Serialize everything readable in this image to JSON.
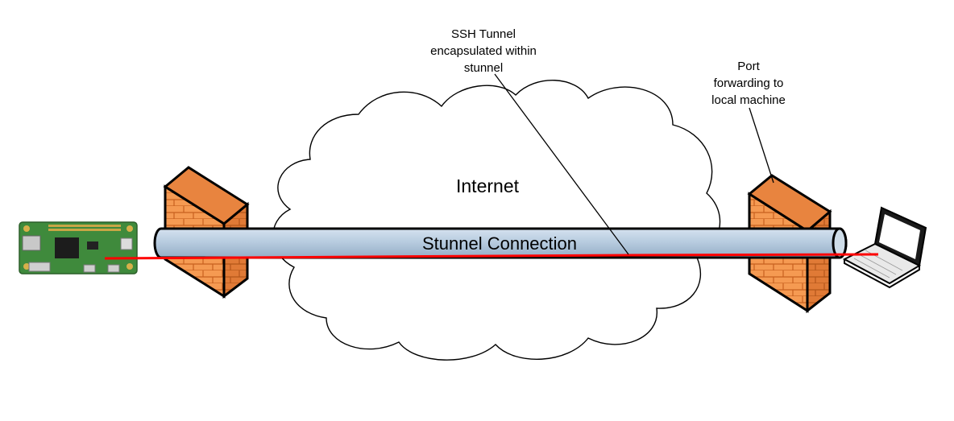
{
  "cloud_label": "Internet",
  "tunnel_label": "Stunnel Connection",
  "ssh_note_lines": [
    "SSH Tunnel",
    "encapsulated within",
    "stunnel"
  ],
  "port_note_lines": [
    "Port",
    "forwarding to",
    "local machine"
  ],
  "colors": {
    "firewall_fill": "#f59a52",
    "firewall_dark": "#c8601e",
    "tunnel_fill": "#b8cce0",
    "connection_line": "#ff0000",
    "board_green": "#3f8a3c",
    "cloud_fill": "#ffffff"
  },
  "icons": [
    "raspberry-pi-board-icon",
    "firewall-icon",
    "laptop-icon",
    "cloud-icon"
  ]
}
